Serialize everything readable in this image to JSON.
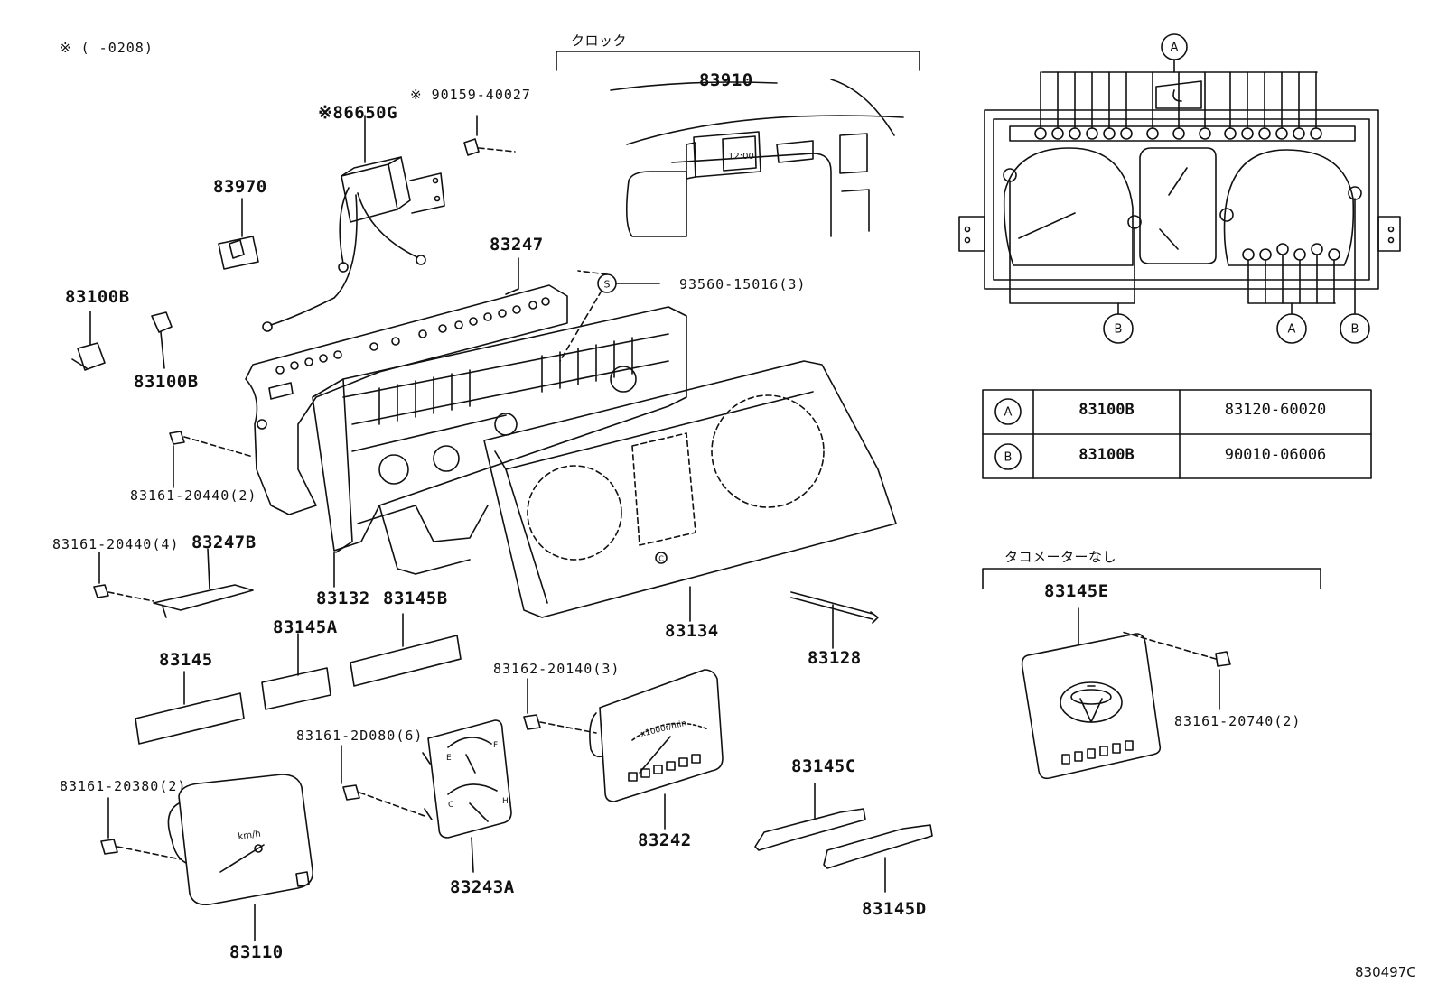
{
  "header": {
    "note": "※ (      -0208)"
  },
  "figure_id": "830497C",
  "sections": {
    "clock": "クロック",
    "no_tacho": "タコメーターなし"
  },
  "callouts": {
    "s": "S",
    "c": "C",
    "a": "A",
    "b": "B"
  },
  "parts": {
    "p83910": "83910",
    "p86650G": "※86650G",
    "p90159": "※ 90159-40027",
    "p83970": "83970",
    "p83247": "83247",
    "p93560": "93560-15016(3)",
    "p83100B_1": "83100B",
    "p83100B_2": "83100B",
    "p83161_20440_2": "83161-20440(2)",
    "p83161_20440_4": "83161-20440(4)",
    "p83247B": "83247B",
    "p83132": "83132",
    "p83145B": "83145B",
    "p83145A": "83145A",
    "p83145": "83145",
    "p83134": "83134",
    "p83128": "83128",
    "p83162": "83162-20140(3)",
    "p83161_2D080": "83161-2D080(6)",
    "p83161_20380": "83161-20380(2)",
    "p83110": "83110",
    "p83243A": "83243A",
    "p83242": "83242",
    "p83145C": "83145C",
    "p83145D": "83145D",
    "p83145E": "83145E",
    "p83161_20740": "83161-20740(2)"
  },
  "table": {
    "rows": [
      {
        "key": "A",
        "part": "83100B",
        "number": "83120-60020"
      },
      {
        "key": "B",
        "part": "83100B",
        "number": "90010-06006"
      }
    ]
  },
  "gauge_text": {
    "speed_unit": "km/h",
    "tacho_unit": "x1000r/min",
    "clock_display": "12:00",
    "fuel_e": "E",
    "fuel_f": "F",
    "temp_c": "C",
    "temp_h": "H"
  }
}
